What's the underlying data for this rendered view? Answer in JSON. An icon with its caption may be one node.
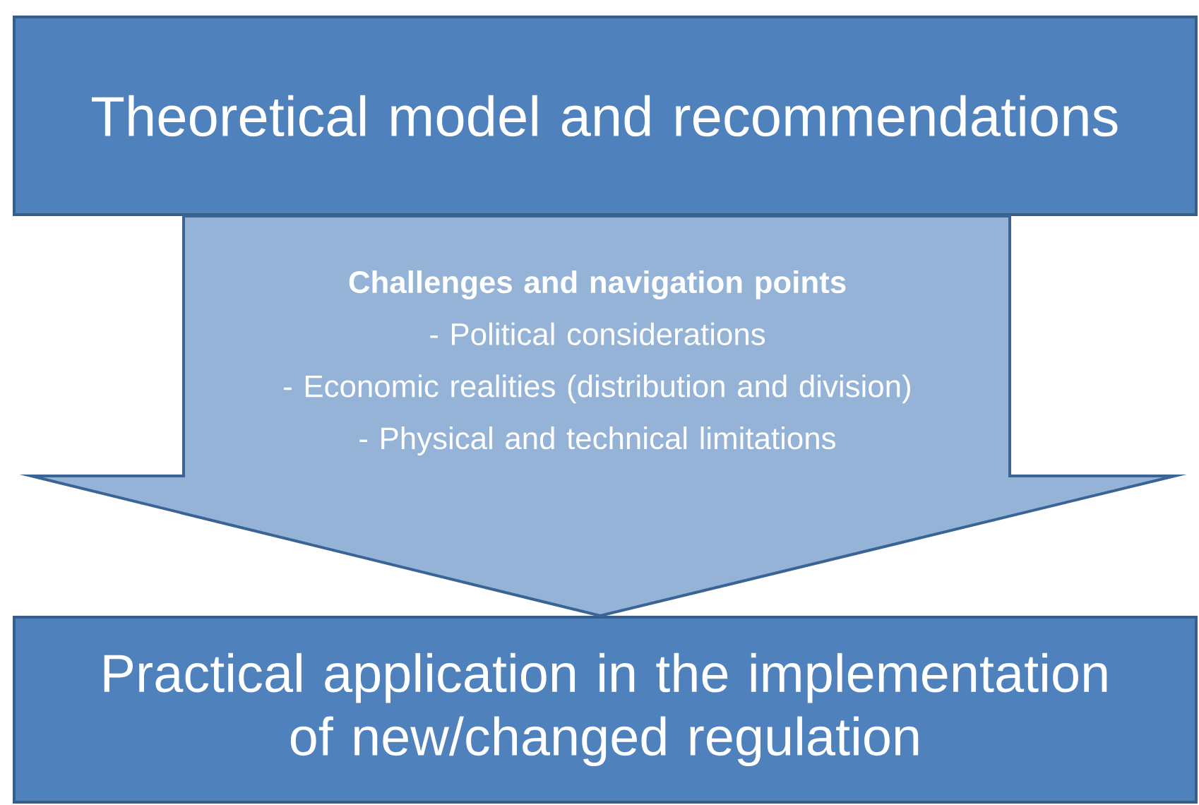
{
  "diagram": {
    "nodes": [
      {
        "text": [
          "Theoretical model and recommendations"
        ]
      },
      {
        "text": [
          "Challenges and navigation points",
          "- Political considerations",
          "- Economic realities (distribution and division)",
          "- Physical and technical limitations"
        ]
      },
      {
        "text": [
          "Practical application in the implementation of new/changed regulation"
        ]
      }
    ],
    "edges": [
      {
        "from": 0,
        "to": 2,
        "arrow": "to"
      }
    ]
  }
}
